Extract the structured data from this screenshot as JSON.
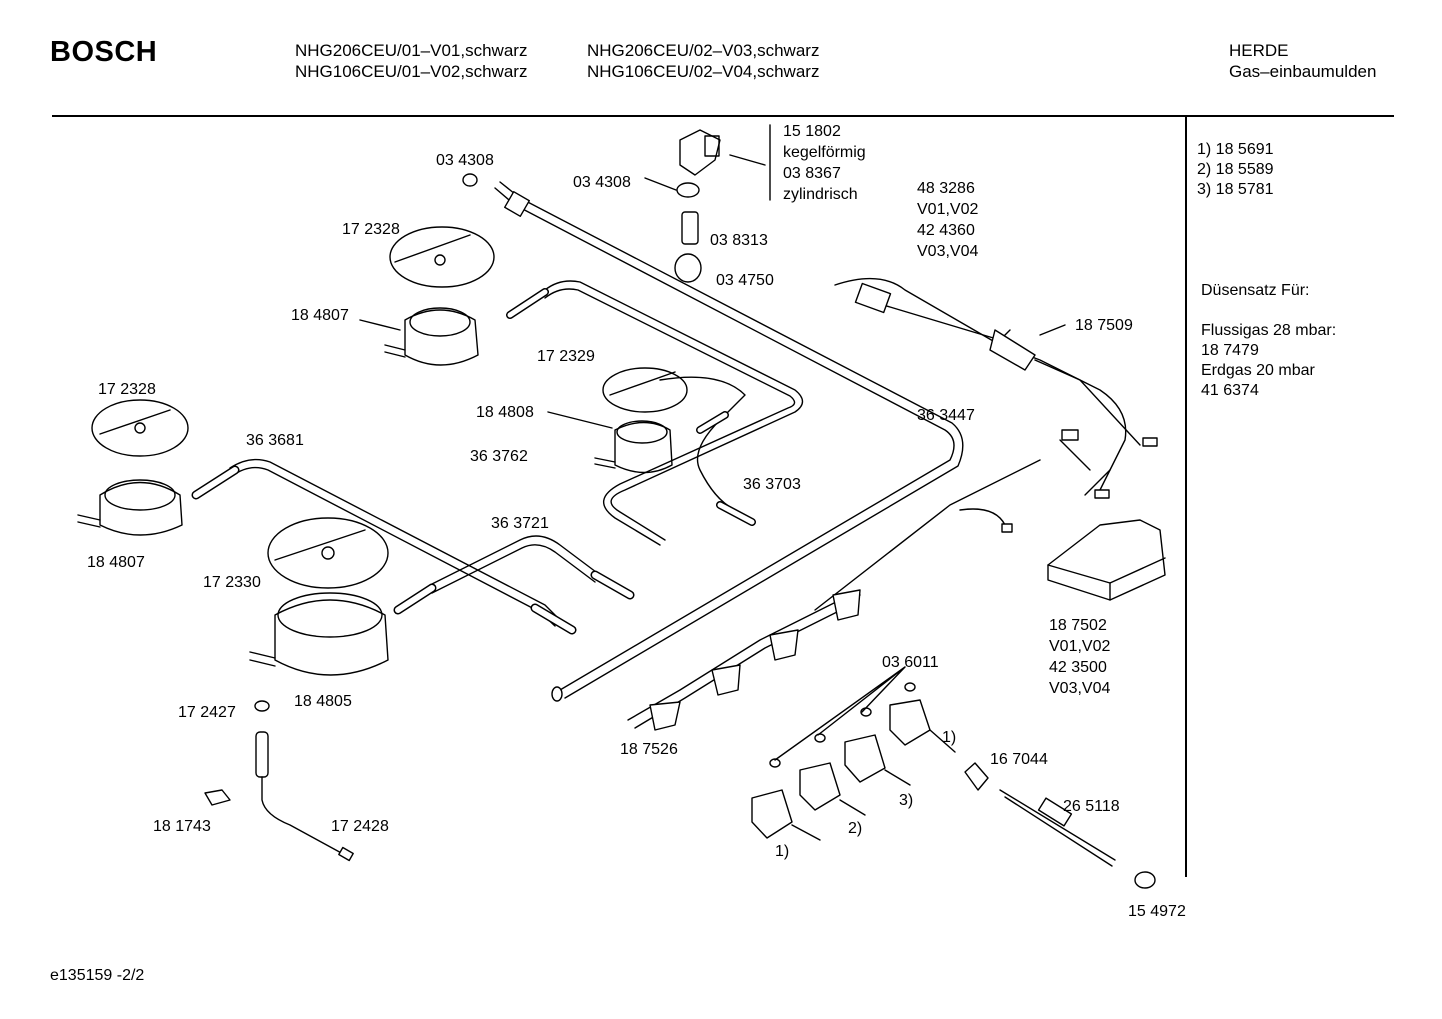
{
  "header": {
    "brand": "BOSCH",
    "models_col1": [
      "NHG206CEU/01–V01,schwarz",
      "NHG106CEU/01–V02,schwarz"
    ],
    "models_col2": [
      "NHG206CEU/02–V03,schwarz",
      "NHG106CEU/02–V04,schwarz"
    ],
    "category": [
      "HERDE",
      "Gas–einbaumulden"
    ]
  },
  "legend": {
    "notes": [
      "1)  18 5691",
      "2)  18 5589",
      "3)  18 5781"
    ],
    "nozzle_title": "Düsensatz Für:",
    "nozzle_lines": [
      "Flussigas 28 mbar:",
      "18 7479",
      "Erdgas 20 mbar",
      "41 6374"
    ]
  },
  "parts": {
    "p151802": [
      "15 1802",
      "kegelförmig",
      "03 8367",
      "zylindrisch"
    ],
    "p034308_a": "03 4308",
    "p034308_b": "03 4308",
    "p038313": "03 8313",
    "p034750": "03 4750",
    "p483286": [
      "48 3286",
      "V01,V02",
      "42 4360",
      "V03,V04"
    ],
    "p172328_a": "17 2328",
    "p184807_a": "18 4807",
    "p187509": "18 7509",
    "p172329": "17 2329",
    "p172328_b": "17 2328",
    "p184808": "18 4808",
    "p363681": "36 3681",
    "p363447": "36 3447",
    "p363762": "36 3762",
    "p363703": "36 3703",
    "p184807_b": "18 4807",
    "p363721": "36 3721",
    "p172330": "17 2330",
    "p187502": [
      "18 7502",
      "V01,V02",
      "42 3500",
      "V03,V04"
    ],
    "p036011": "03 6011",
    "p172427": "17 2427",
    "p184805": "18 4805",
    "p187526": "18 7526",
    "p167044": "16 7044",
    "p265118": "26 5118",
    "p181743": "18 1743",
    "p172428": "17 2428",
    "p154972": "15 4972",
    "mark1_a": "1)",
    "mark1_b": "1)",
    "mark2": "2)",
    "mark3": "3)"
  },
  "footer": {
    "doc_id": "e135159  -2/2"
  }
}
